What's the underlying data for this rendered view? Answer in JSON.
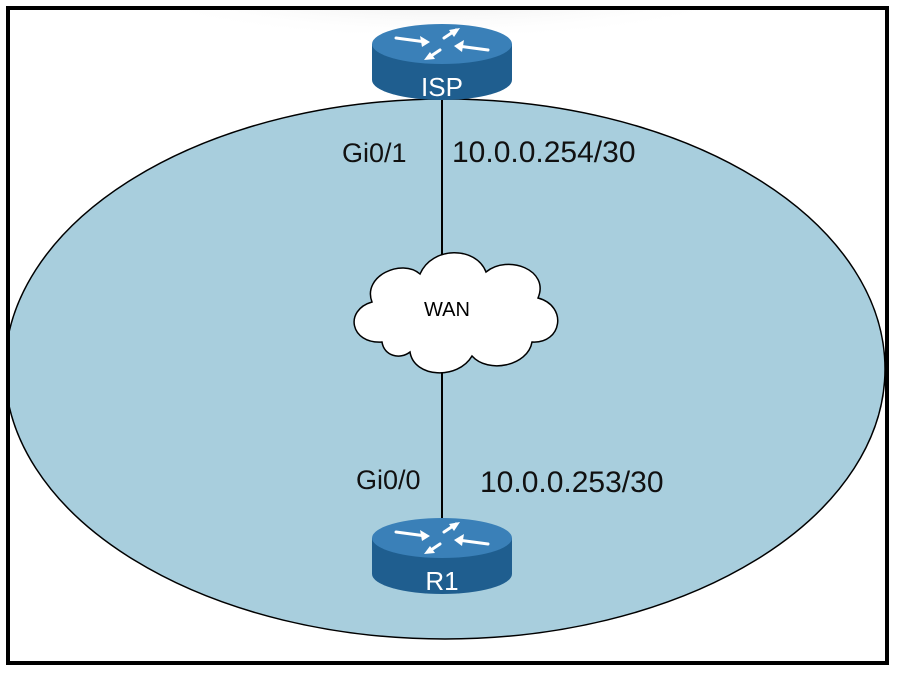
{
  "diagram": {
    "colors": {
      "region_fill": "#a8cedd",
      "region_stroke": "#000000",
      "router_body": "#1f5e8f",
      "router_top": "#3a80b8",
      "cloud_fill": "#ffffff",
      "link_color": "#000000"
    },
    "nodes": {
      "isp": {
        "name": "ISP",
        "icon": "router-icon"
      },
      "wan": {
        "name": "WAN",
        "icon": "cloud-icon"
      },
      "r1": {
        "name": "R1",
        "icon": "router-icon"
      }
    },
    "links": [
      {
        "from": "isp",
        "to": "wan",
        "interface": "Gi0/1",
        "ip": "10.0.0.254/30"
      },
      {
        "from": "wan",
        "to": "r1",
        "interface": "Gi0/0",
        "ip": "10.0.0.253/30"
      }
    ]
  }
}
